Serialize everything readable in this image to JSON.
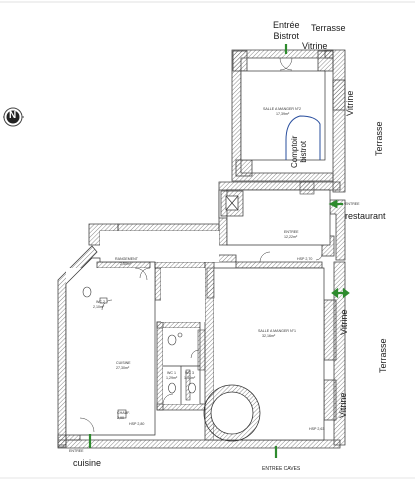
{
  "annotations": {
    "entree_bistrot": "Entrée\nBistrot",
    "terrasse_top": "Terrasse",
    "vitrine_top": "Vitrine",
    "vitrine_right_upper": "Vitrine",
    "terrasse_right_upper": "Terrasse",
    "comptoir_bistrot": "Comptoir\nbistrot",
    "restaurant": "restaurant",
    "vitrine_right_mid": "Vitrine",
    "terrasse_right_lower": "Terrasse",
    "vitrine_right_lower": "Vitrine",
    "cuisine": "cuisine"
  },
  "rooms": {
    "salle2_name": "SALLE A MANGER N°2",
    "salle2_area": "17,39m²",
    "entree_name": "ENTREE",
    "entree_area": "12,22m²",
    "rangement_name": "RANGEMENT",
    "rangement_area": "2,50m²",
    "wc2_name": "WC 2",
    "wc2_area": "2,10m²",
    "salle1_name": "SALLE A MANGER N°1",
    "salle1_area": "32,16m²",
    "cuisine_name": "CUISINE",
    "cuisine_area": "27,30m²",
    "wc1_name": "WC 1",
    "wc1_area": "1,29m²",
    "wc3_name": "WC 3",
    "wc3_area": "1,34m²",
    "chaufferie_name": "CHAUF.",
    "chaufferie_area": "2,90",
    "entree_caves": "ENTREE CAVES",
    "entree_plan": "ENTREE",
    "entree_bottom": "ENTREE",
    "hsp_1": "HSP 2,70",
    "hsp_2": "HSP 2,80",
    "hsp_3": "HSP 2,63"
  },
  "compass": {
    "letter": "N"
  },
  "colors": {
    "arrow_green": "#2e8b2e",
    "wall": "#444444",
    "hatch": "#666666",
    "counter_line": "#2a4f9e"
  }
}
